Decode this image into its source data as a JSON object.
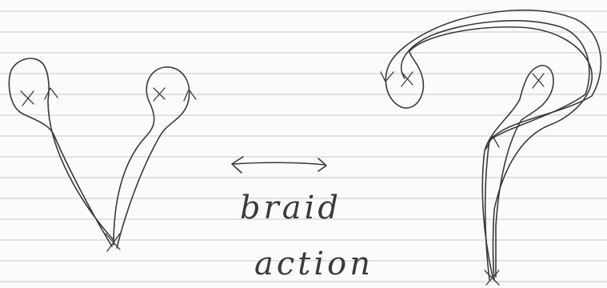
{
  "image": {
    "background": "#fbfbfa",
    "ruling_color": "#c9c9c9",
    "ink_color": "#3a3a3a"
  },
  "labels": {
    "line1": "braid",
    "line2": "action"
  },
  "marks": {
    "puncture": "x",
    "arrowhead": "arrowhead-icon"
  }
}
